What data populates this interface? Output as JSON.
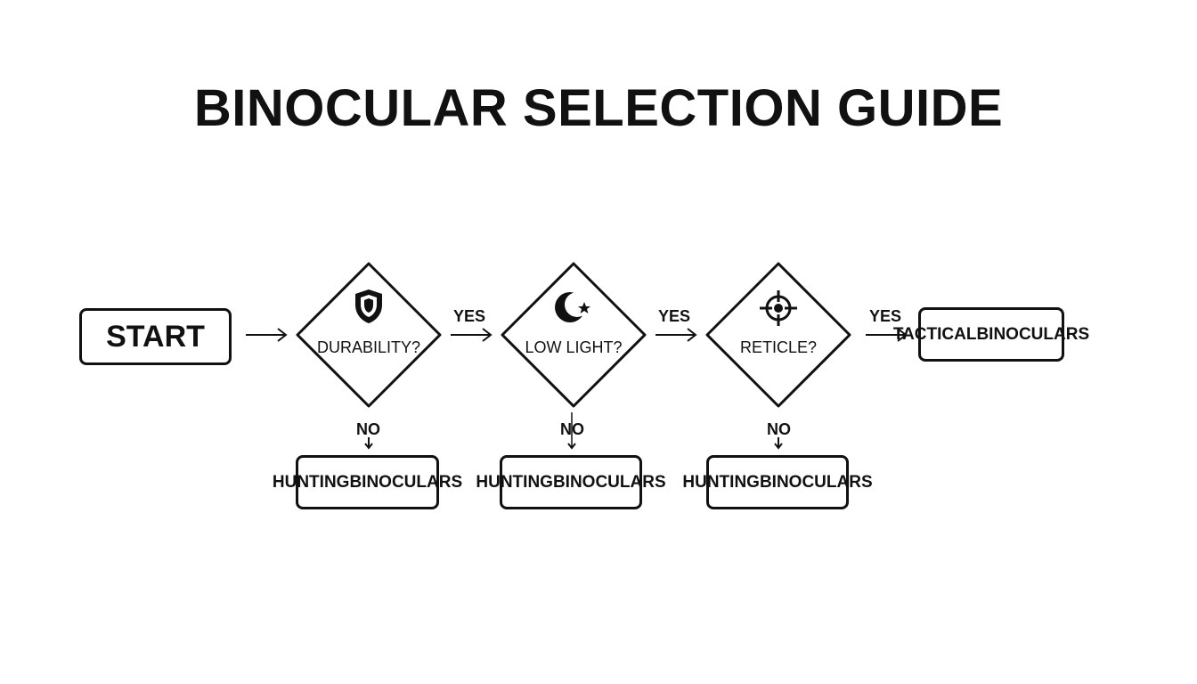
{
  "title": "BINOCULAR SELECTION GUIDE",
  "start": {
    "label": "START"
  },
  "decisions": [
    {
      "question": "DURABILITY?",
      "icon": "shield-icon",
      "yes_label": "YES",
      "no_label": "NO"
    },
    {
      "question": "LOW LIGHT?",
      "icon": "moon-star-icon",
      "yes_label": "YES",
      "no_label": "NO"
    },
    {
      "question": "RETICLE?",
      "icon": "crosshair-icon",
      "yes_label": "YES",
      "no_label": "NO"
    }
  ],
  "outcomes": {
    "no_outcomes": [
      {
        "line1": "HUNTING",
        "line2": "BINOCULARS"
      },
      {
        "line1": "HUNTING",
        "line2": "BINOCULARS"
      },
      {
        "line1": "HUNTING",
        "line2": "BINOCULARS"
      }
    ],
    "final_yes": {
      "line1": "TACTICAL",
      "line2": "BINOCULARS"
    }
  },
  "colors": {
    "stroke": "#111111",
    "background": "#ffffff"
  }
}
